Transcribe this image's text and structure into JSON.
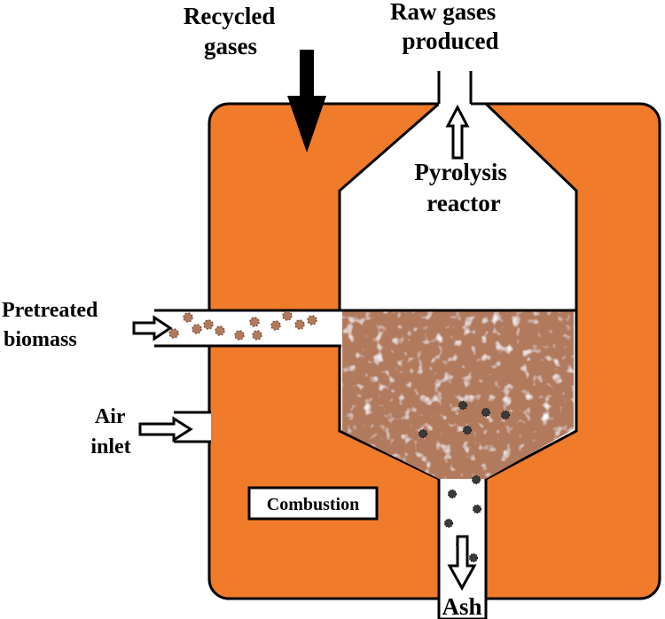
{
  "labels": {
    "recycled_gases": [
      "Recycled",
      "gases"
    ],
    "raw_gases": [
      "Raw gases",
      "produced"
    ],
    "pyrolysis_reactor": [
      "Pyrolysis",
      "reactor"
    ],
    "pretreated_biomass": [
      "Pretreated",
      "biomass"
    ],
    "air_inlet": [
      "Air",
      "inlet"
    ],
    "combustion": "Combustion",
    "ash": "Ash"
  },
  "colors": {
    "furnace": "#f07b2a",
    "biomass": "#b27a5d",
    "biomass_light": "#c89b82",
    "ash_particle": "#3a3a3a",
    "outline": "#000000"
  }
}
